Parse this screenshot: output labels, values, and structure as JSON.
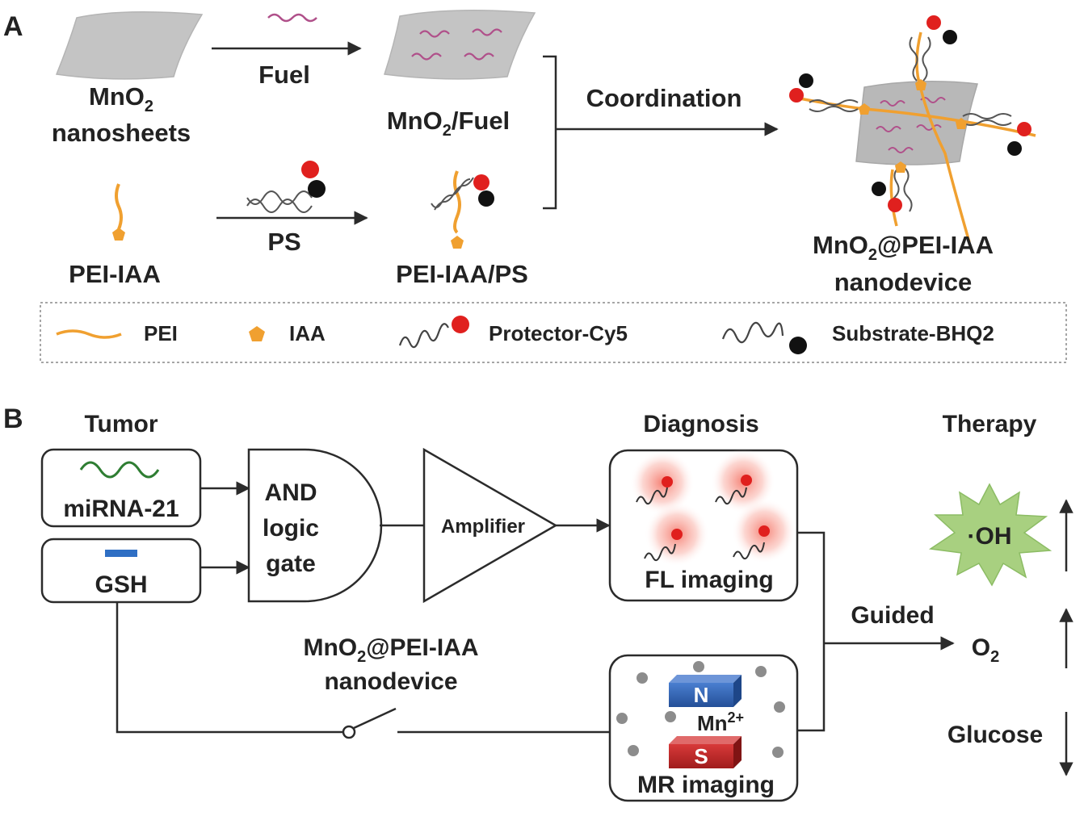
{
  "panel_a": {
    "label": "A",
    "mno2": "MnO",
    "sub2": "2",
    "nanosheets": "nanosheets",
    "fuel": "Fuel",
    "mno2_fuel_suffix": "/Fuel",
    "coordination": "Coordination",
    "pei_iaa": "PEI-IAA",
    "ps": "PS",
    "pei_iaa_ps": "PEI-IAA/PS",
    "product_suffix": "@PEI-IAA",
    "nanodevice": "nanodevice",
    "legend": {
      "pei": "PEI",
      "iaa": "IAA",
      "protector": "Protector-Cy5",
      "substrate": "Substrate-BHQ2"
    }
  },
  "panel_b": {
    "label": "B",
    "tumor": "Tumor",
    "mirna": "miRNA-21",
    "gsh": "GSH",
    "and_gate": [
      "AND",
      "logic",
      "gate"
    ],
    "amplifier": "Amplifier",
    "diagnosis": "Diagnosis",
    "fl_imaging": "FL imaging",
    "therapy": "Therapy",
    "oh": "·OH",
    "guided": "Guided",
    "o2": "O",
    "glucose": "Glucose",
    "device_prefix": "MnO",
    "device_suffix": "@PEI-IAA",
    "device_line2": "nanodevice",
    "mn_ion": "Mn",
    "mn_charge": "2+",
    "mr_imaging": "MR imaging",
    "magnet_n": "N",
    "magnet_s": "S"
  },
  "colors": {
    "pei": "#f0a030",
    "iaa": "#f0a030",
    "cy5": "#e0201e",
    "bhq2": "#111111",
    "fuel": "#b0508a",
    "sheet": "#c4c4c4",
    "mirna": "#2e7d32",
    "gsh": "#2f6fc4",
    "oh_star": "#a8d080",
    "magnet_n": "#2f5fb0",
    "magnet_s": "#c02828"
  }
}
